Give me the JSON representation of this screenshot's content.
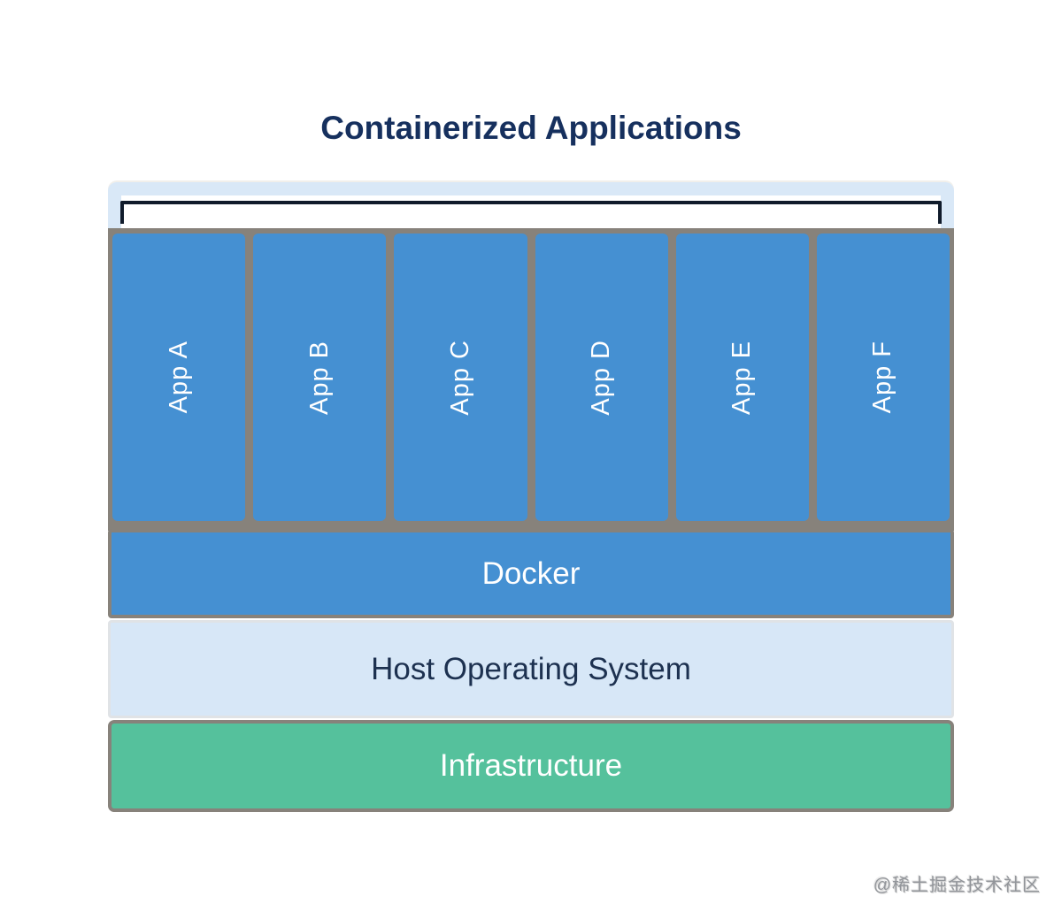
{
  "title": "Containerized Applications",
  "apps": {
    "items": [
      {
        "label": "App A"
      },
      {
        "label": "App B"
      },
      {
        "label": "App C"
      },
      {
        "label": "App D"
      },
      {
        "label": "App E"
      },
      {
        "label": "App F"
      }
    ]
  },
  "layers": {
    "docker": {
      "label": "Docker"
    },
    "host_os": {
      "label": "Host Operating System"
    },
    "infrastructure": {
      "label": "Infrastructure"
    }
  },
  "watermark": "@稀土掘金技术社区",
  "colors": {
    "app_blue": "#4590d2",
    "docker_blue": "#4590d2",
    "host_os_light_blue": "#d7e7f7",
    "infrastructure_green": "#55c19c",
    "panel_gray": "#87827b",
    "title_navy": "#16305e",
    "bracket_light_blue": "#d9e8f7",
    "bracket_line_dark": "#101b2b",
    "label_white": "#ffffff"
  }
}
